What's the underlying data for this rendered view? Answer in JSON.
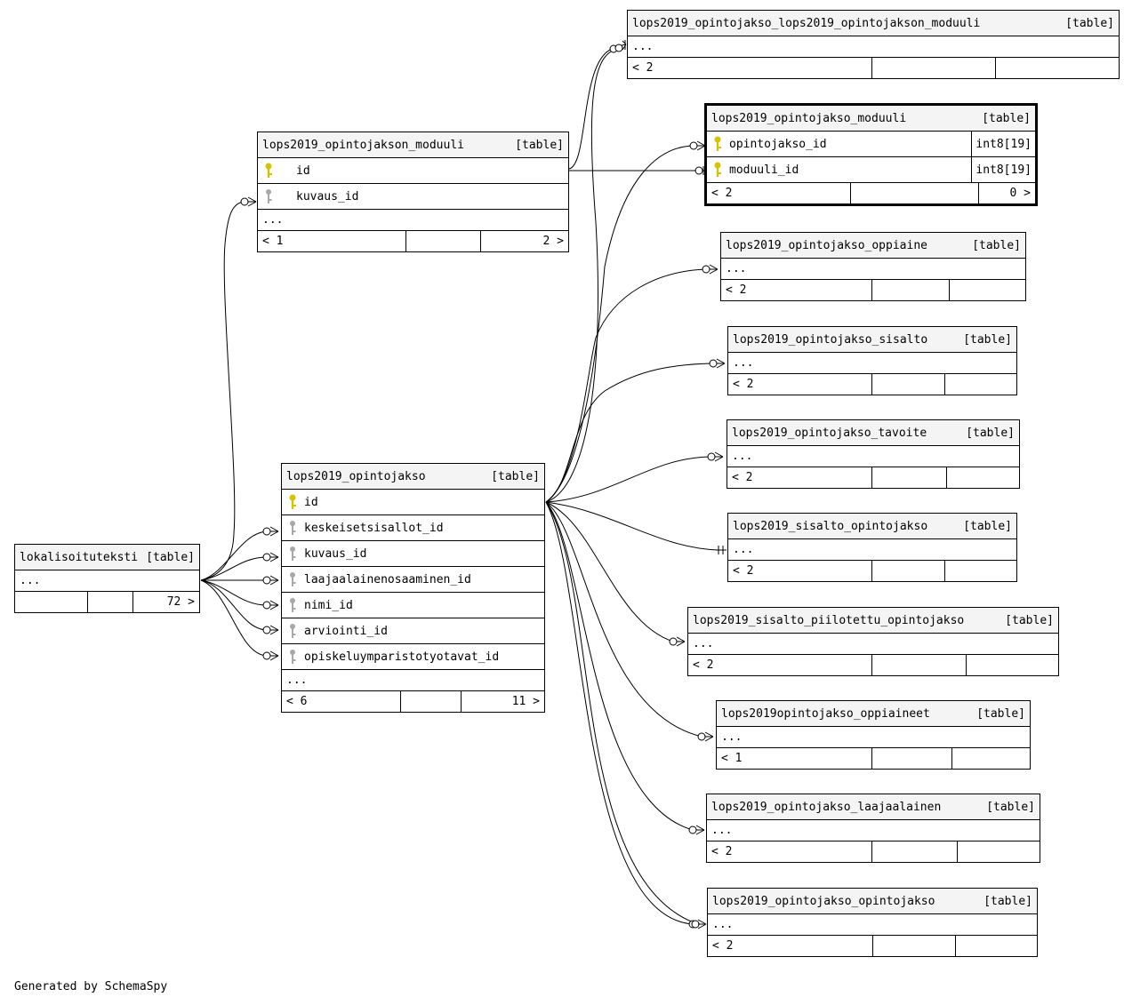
{
  "footer": "Generated by SchemaSpy",
  "tables": {
    "t_olom": {
      "name": "lops2019_opintojakso_lops2019_opintojakson_moduuli",
      "type": "[table]",
      "ellipsis": "...",
      "parents": "< 2",
      "children": ""
    },
    "t_om": {
      "name": "lops2019_opintojakso_moduuli",
      "type": "[table]",
      "columns": [
        {
          "name": "opintojakso_id",
          "type": "int8[19]"
        },
        {
          "name": "moduuli_id",
          "type": "int8[19]"
        }
      ],
      "parents": "< 2",
      "children": "0 >"
    },
    "t_oppiaine": {
      "name": "lops2019_opintojakso_oppiaine",
      "type": "[table]",
      "ellipsis": "...",
      "parents": "< 2",
      "children": ""
    },
    "t_sisalto": {
      "name": "lops2019_opintojakso_sisalto",
      "type": "[table]",
      "ellipsis": "...",
      "parents": "< 2",
      "children": ""
    },
    "t_tavoite": {
      "name": "lops2019_opintojakso_tavoite",
      "type": "[table]",
      "ellipsis": "...",
      "parents": "< 2",
      "children": ""
    },
    "t_so": {
      "name": "lops2019_sisalto_opintojakso",
      "type": "[table]",
      "ellipsis": "...",
      "parents": "< 2",
      "children": ""
    },
    "t_spo": {
      "name": "lops2019_sisalto_piilotettu_opintojakso",
      "type": "[table]",
      "ellipsis": "...",
      "parents": "< 2",
      "children": ""
    },
    "t_oppiaineet": {
      "name": "lops2019opintojakso_oppiaineet",
      "type": "[table]",
      "ellipsis": "...",
      "parents": "< 1",
      "children": ""
    },
    "t_laaja": {
      "name": "lops2019_opintojakso_laajaalainen",
      "type": "[table]",
      "ellipsis": "...",
      "parents": "< 2",
      "children": ""
    },
    "t_oo": {
      "name": "lops2019_opintojakso_opintojakso",
      "type": "[table]",
      "ellipsis": "...",
      "parents": "< 2",
      "children": ""
    },
    "t_mod": {
      "name": "lops2019_opintojakson_moduuli",
      "type": "[table]",
      "columns": [
        {
          "name": "id"
        },
        {
          "name": "kuvaus_id"
        }
      ],
      "ellipsis": "...",
      "parents": "< 1",
      "children": "2 >"
    },
    "t_oj": {
      "name": "lops2019_opintojakso",
      "type": "[table]",
      "columns": [
        {
          "name": "id"
        },
        {
          "name": "keskeisetsisallot_id"
        },
        {
          "name": "kuvaus_id"
        },
        {
          "name": "laajaalainenosaaminen_id"
        },
        {
          "name": "nimi_id"
        },
        {
          "name": "arviointi_id"
        },
        {
          "name": "opiskeluymparistotyotavat_id"
        }
      ],
      "ellipsis": "...",
      "parents": "< 6",
      "children": "11 >"
    },
    "t_lok": {
      "name": "lokalisoituteksti",
      "type": "[table]",
      "ellipsis": "...",
      "parents": "",
      "children": "72 >"
    }
  },
  "colors": {
    "primary_key": "#d4c400",
    "foreign_key": "#a8a8a8",
    "header_bg": "#f4f4f4",
    "line": "#000000"
  }
}
